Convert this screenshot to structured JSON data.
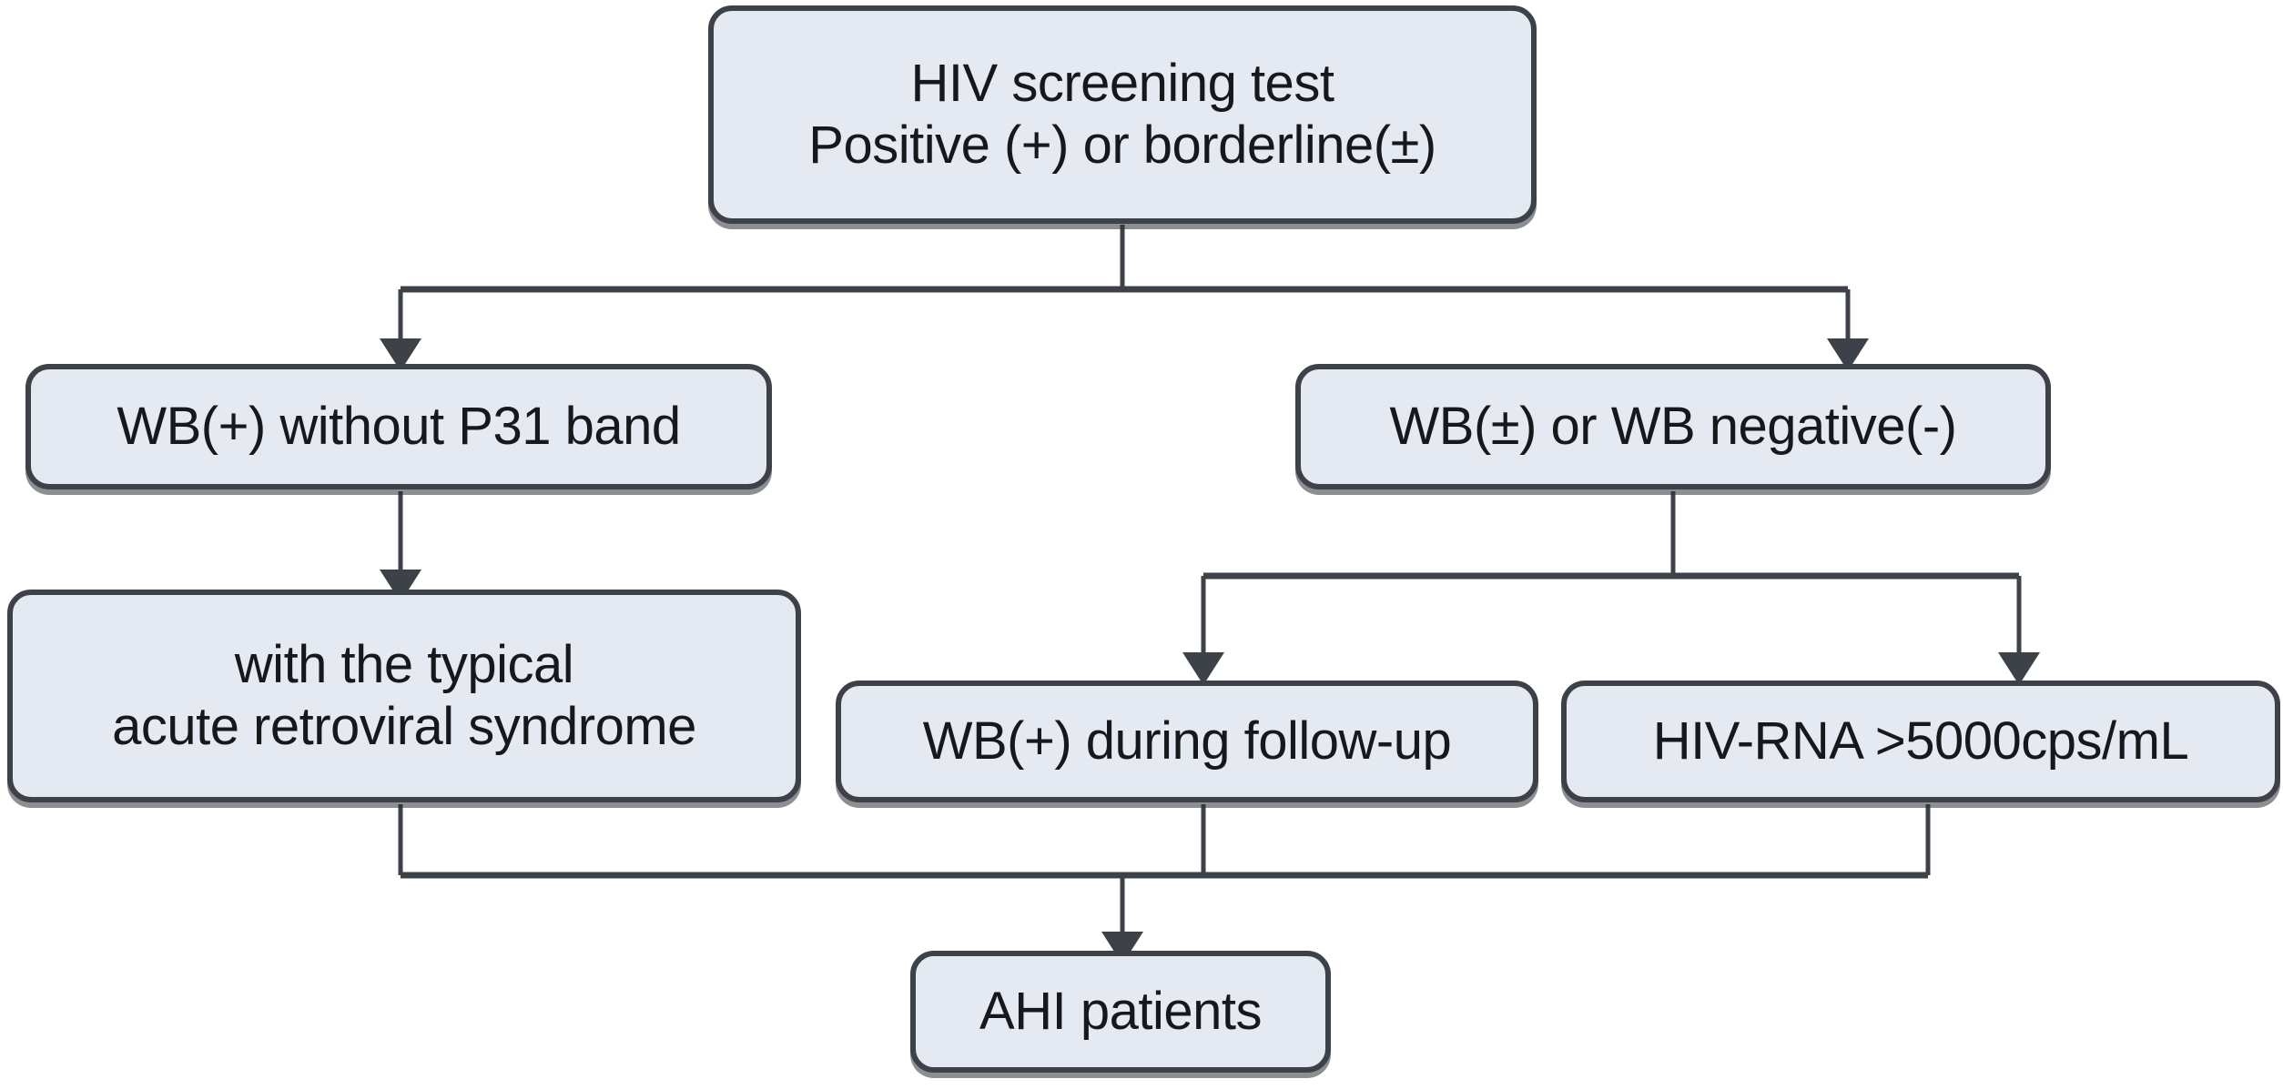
{
  "diagram": {
    "title": "HIV acute infection diagnostic flowchart",
    "background_color": "#ffffff",
    "node_fill_color": "#e4e9f2",
    "node_border_color": "#3d4248",
    "connector_color": "#3d4248",
    "text_color": "#16181b"
  },
  "nodes": {
    "screening": {
      "id": "hiv-screening-test",
      "text": "HIV screening test\nPositive (+) or borderline(±)",
      "line1": "HIV screening test",
      "line2": "Positive (+) or borderline(±)"
    },
    "wb_positive_no_p31": {
      "id": "wb-positive-without-p31-band",
      "text": "WB(+) without P31 band"
    },
    "wb_borderline_or_negative": {
      "id": "wb-borderline-or-negative",
      "text": "WB(±) or WB negative(-)"
    },
    "acute_retroviral_syndrome": {
      "id": "typical-acute-retroviral-syndrome",
      "text": "with the typical\nacute retroviral syndrome",
      "line1": "with the typical",
      "line2": "acute retroviral syndrome"
    },
    "wb_positive_followup": {
      "id": "wb-positive-during-follow-up",
      "text": "WB(+) during follow-up"
    },
    "hiv_rna": {
      "id": "hiv-rna-above-5000",
      "text": "HIV-RNA >5000cps/mL"
    },
    "ahi_patients": {
      "id": "ahi-patients",
      "text": "AHI patients"
    }
  },
  "edges": [
    {
      "from": "screening",
      "to": "wb_positive_no_p31",
      "style": "elbow-split-left",
      "arrow": true
    },
    {
      "from": "screening",
      "to": "wb_borderline_or_negative",
      "style": "elbow-split-right",
      "arrow": true
    },
    {
      "from": "wb_positive_no_p31",
      "to": "acute_retroviral_syndrome",
      "style": "straight",
      "arrow": true
    },
    {
      "from": "wb_borderline_or_negative",
      "to": "wb_positive_followup",
      "style": "elbow-split-left",
      "arrow": true
    },
    {
      "from": "wb_borderline_or_negative",
      "to": "hiv_rna",
      "style": "elbow-split-right",
      "arrow": true
    },
    {
      "from": "acute_retroviral_syndrome",
      "to": "ahi_patients",
      "style": "elbow-merge",
      "arrow": true
    },
    {
      "from": "wb_positive_followup",
      "to": "ahi_patients",
      "style": "elbow-merge",
      "arrow": true
    },
    {
      "from": "hiv_rna",
      "to": "ahi_patients",
      "style": "elbow-merge",
      "arrow": true
    }
  ]
}
